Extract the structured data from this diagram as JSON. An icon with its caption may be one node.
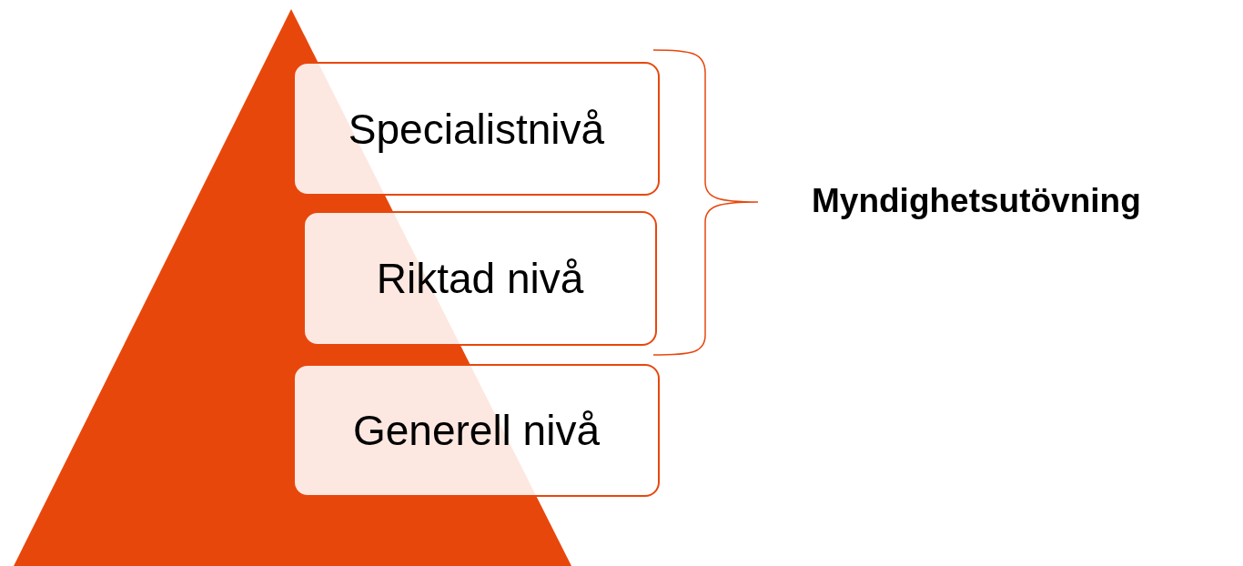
{
  "diagram": {
    "nodes": [
      {
        "text": [
          "Specialistnivå"
        ]
      },
      {
        "text": [
          "Riktad nivå"
        ]
      },
      {
        "text": [
          "Generell nivå"
        ]
      }
    ],
    "labels": [
      "Myndighetsutövning"
    ]
  }
}
